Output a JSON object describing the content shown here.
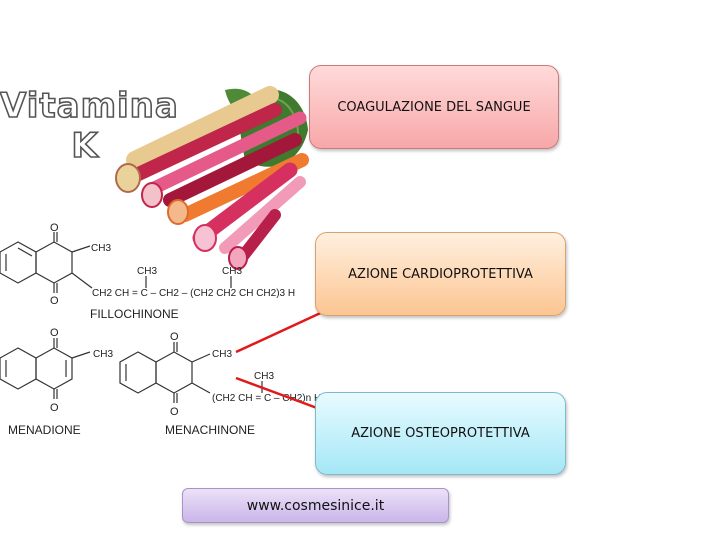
{
  "title": {
    "line1": "Vitamina",
    "line2": "K"
  },
  "boxes": {
    "coagulation": "COAGULAZIONE DEL SANGUE",
    "cardio": "AZIONE CARDIOPROTETTIVA",
    "osteo": "AZIONE OSTEOPROTETTIVA"
  },
  "website": "www.cosmesinice.it",
  "structures": {
    "phylloquinone": {
      "name": "FILLOCHINONE",
      "o_top": "O",
      "o_bottom": "O",
      "ch3": "CH3",
      "ch3_branch_1": "CH3",
      "ch3_branch_2": "CH3",
      "chain": "CH2 CH = C – CH2 – (CH2 CH2 CH CH2)3 H"
    },
    "menadione": {
      "name": "MENADIONE",
      "o_top": "O",
      "o_bottom": "O",
      "ch3": "CH3"
    },
    "menaquinone": {
      "name": "MENACHINONE",
      "o_top": "O",
      "o_bottom": "O",
      "ch3": "CH3",
      "ch3_branch": "CH3",
      "chain": "(CH2 CH = C – CH2)n H"
    }
  },
  "colors": {
    "arrow": "#e01a1a",
    "stem_red": "#c0264a",
    "stem_pink": "#e65a8a",
    "stem_orange": "#f07a30",
    "leaf_green": "#3f7a2e"
  }
}
